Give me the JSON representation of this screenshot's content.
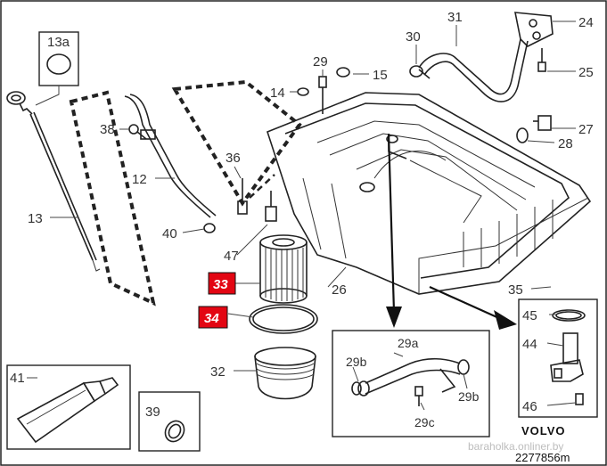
{
  "labels": {
    "p13a": "13a",
    "p13": "13",
    "p12": "12",
    "p38": "38",
    "p40": "40",
    "p36": "36",
    "p47": "47",
    "p14": "14",
    "p29": "29",
    "p15": "15",
    "p30": "30",
    "p31": "31",
    "p24": "24",
    "p25": "25",
    "p27": "27",
    "p28": "28",
    "p26": "26",
    "p35": "35",
    "p45": "45",
    "p44": "44",
    "p46": "46",
    "p33": "33",
    "p34": "34",
    "p32": "32",
    "p41": "41",
    "p39": "39",
    "p29a": "29a",
    "p29b_left": "29b",
    "p29b_right": "29b",
    "p29c": "29c"
  },
  "brand": "VOLVO",
  "watermark": "baraholka.onliner.by",
  "drawing_number": "2277856m",
  "colors": {
    "highlight": "#e30613",
    "line": "#222222",
    "background": "#ffffff"
  }
}
